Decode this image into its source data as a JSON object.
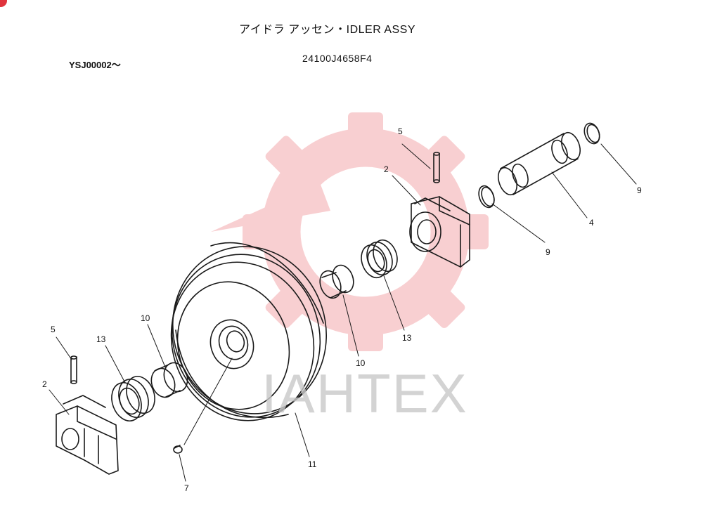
{
  "header": {
    "title": "アイドラ アッセン・IDLER ASSY",
    "serial": "YSJ00002～",
    "part_number": "24100J4658F4"
  },
  "watermark": {
    "text": "IAHTEX"
  },
  "callouts": {
    "c2_left": "2",
    "c5_left": "5",
    "c13_left": "13",
    "c10_left": "10",
    "c7": "7",
    "c11": "11",
    "c10_right": "10",
    "c13_right": "13",
    "c2_right": "2",
    "c5_right": "5",
    "c9_mid": "9",
    "c4": "4",
    "c9_right": "9"
  },
  "colors": {
    "line": "#1a1a1a",
    "watermark_red": "#f4a9ac",
    "watermark_grey": "#c9c9c9"
  }
}
